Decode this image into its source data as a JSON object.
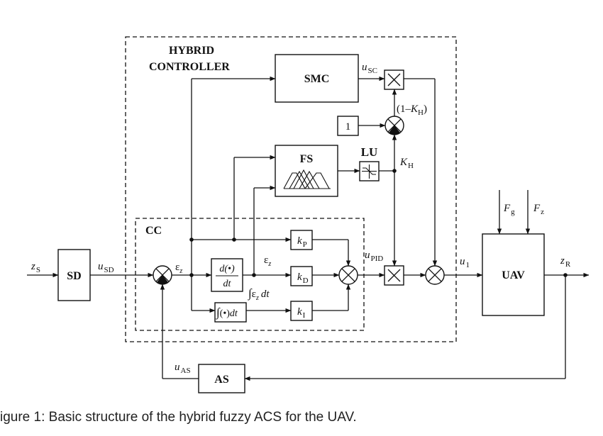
{
  "caption": "igure 1: Basic structure of the hybrid fuzzy ACS for the UAV.",
  "hybrid_title_line1": "HYBRID",
  "hybrid_title_line2": "CONTROLLER",
  "cc_title": "CC",
  "blocks": {
    "sd": "SD",
    "smc": "SMC",
    "fs": "FS",
    "lu": "LU",
    "uav": "UAV",
    "as": "AS",
    "one": "1"
  },
  "gains": {
    "kp_base": "k",
    "kp_sub": "P",
    "kd_base": "k",
    "kd_sub": "D",
    "ki_base": "k",
    "ki_sub": "I"
  },
  "deriv": {
    "num": "d(•)",
    "den": "dt"
  },
  "integ": {
    "sym": "∫",
    "body": "(•)",
    "dt": "dt"
  },
  "signals": {
    "zs_base": "z",
    "zs_sub": "S",
    "usd_base": "u",
    "usd_sub": "SD",
    "eps_base": "ε",
    "eps_sub": "z",
    "eps2_base": "ε",
    "eps2_sub": "z",
    "inteps_int": "∫",
    "inteps_base": "ε",
    "inteps_sub": "z",
    "inteps_dt": "dt",
    "usc_base": "u",
    "usc_sub": "SC",
    "one_minus_kh_open": "(1–",
    "one_minus_kh_base": "K",
    "one_minus_kh_sub": "H",
    "one_minus_kh_close": ")",
    "kh_base": "K",
    "kh_sub": "H",
    "upid_base": "u",
    "upid_sub": "PID",
    "u1_base": "u",
    "u1_sub": "1",
    "fg_base": "F",
    "fg_sub": "g",
    "fz_base": "F",
    "fz_sub": "z",
    "zr_base": "z",
    "zr_sub": "R",
    "uas_base": "u",
    "uas_sub": "AS"
  }
}
